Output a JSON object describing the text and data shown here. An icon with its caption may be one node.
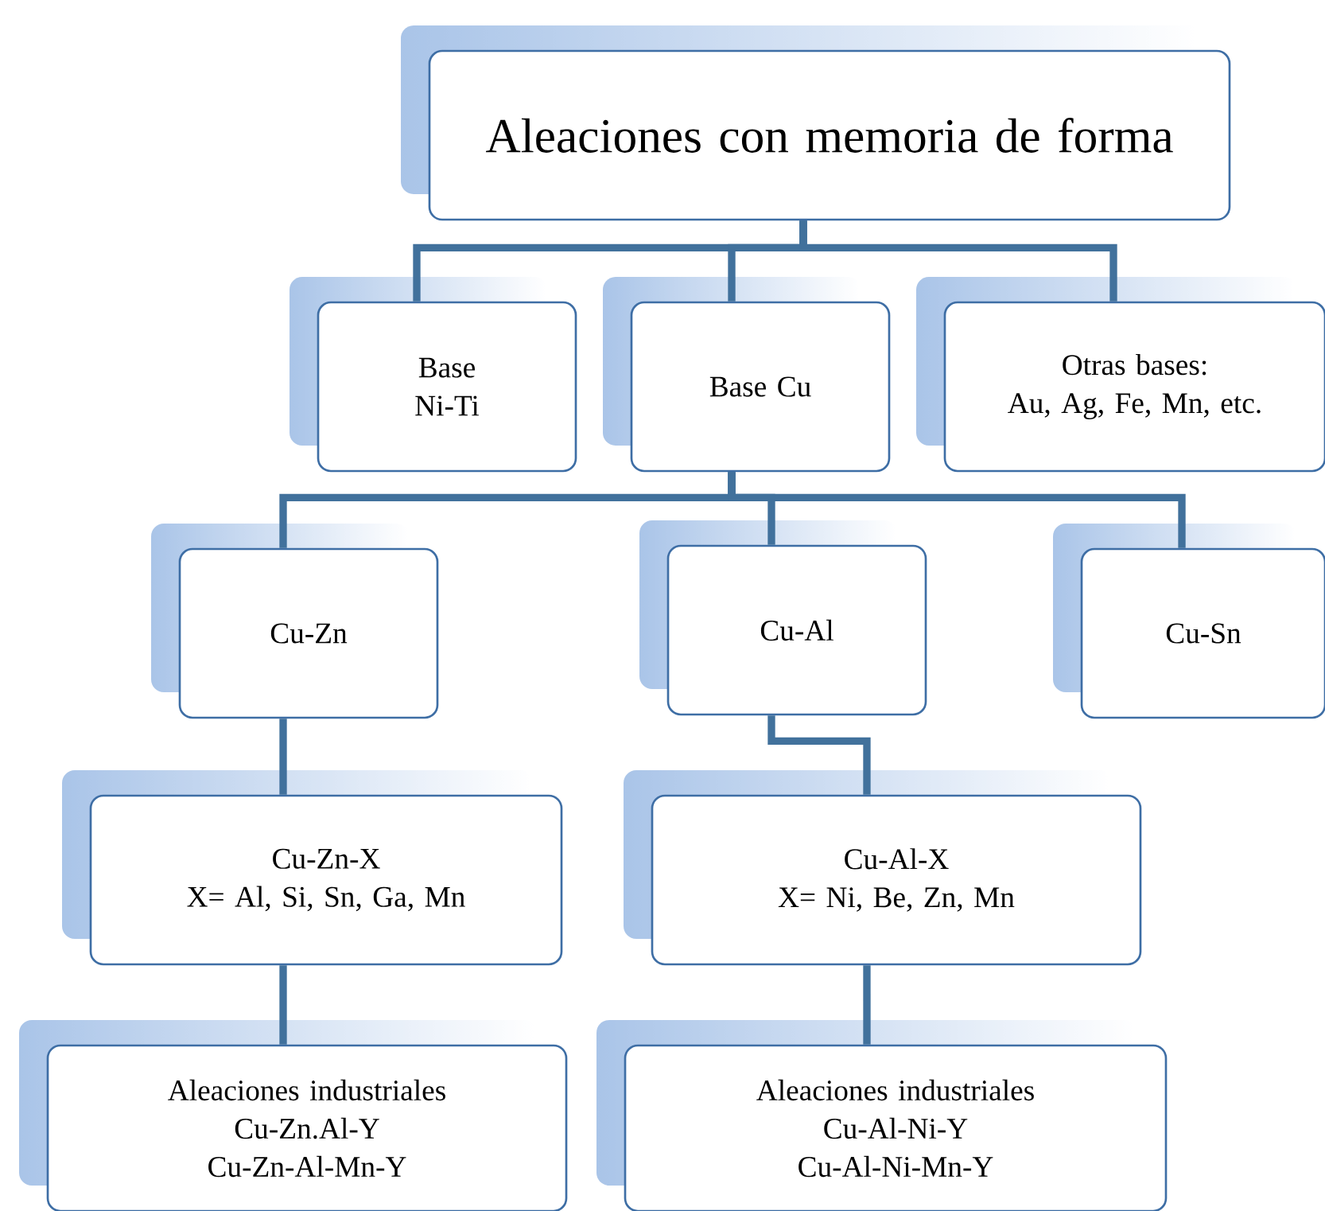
{
  "diagram": {
    "nodes": [
      {
        "text": [
          "Aleaciones con memoria de forma"
        ]
      },
      {
        "text": [
          "Base Ni-Ti"
        ]
      },
      {
        "text": [
          "Base Cu"
        ]
      },
      {
        "text": [
          "Otras bases:",
          "Au, Ag, Fe, Mn, etc."
        ]
      },
      {
        "text": [
          "Cu-Zn"
        ]
      },
      {
        "text": [
          "Cu-Al"
        ]
      },
      {
        "text": [
          "Cu-Sn"
        ]
      },
      {
        "text": [
          "Cu-Zn-X",
          "X= Al, Si, Sn, Ga, Mn"
        ]
      },
      {
        "text": [
          "Cu-Al-X",
          "X= Ni, Be, Zn, Mn"
        ]
      },
      {
        "text": [
          "Aleaciones industriales",
          "Cu-Zn.Al-Y",
          "Cu-Zn-Al-Mn-Y"
        ]
      },
      {
        "text": [
          "Aleaciones industriales",
          "Cu-Al-Ni-Y",
          "Cu-Al-Ni-Mn-Y"
        ]
      }
    ],
    "edges": [
      {
        "from": 0,
        "to": 1,
        "arrow": "none"
      },
      {
        "from": 0,
        "to": 2,
        "arrow": "none"
      },
      {
        "from": 0,
        "to": 3,
        "arrow": "none"
      },
      {
        "from": 2,
        "to": 4,
        "arrow": "none"
      },
      {
        "from": 2,
        "to": 5,
        "arrow": "none"
      },
      {
        "from": 2,
        "to": 6,
        "arrow": "none"
      },
      {
        "from": 4,
        "to": 7,
        "arrow": "none"
      },
      {
        "from": 5,
        "to": 8,
        "arrow": "none"
      },
      {
        "from": 7,
        "to": 9,
        "arrow": "none"
      },
      {
        "from": 8,
        "to": 10,
        "arrow": "none"
      }
    ]
  }
}
